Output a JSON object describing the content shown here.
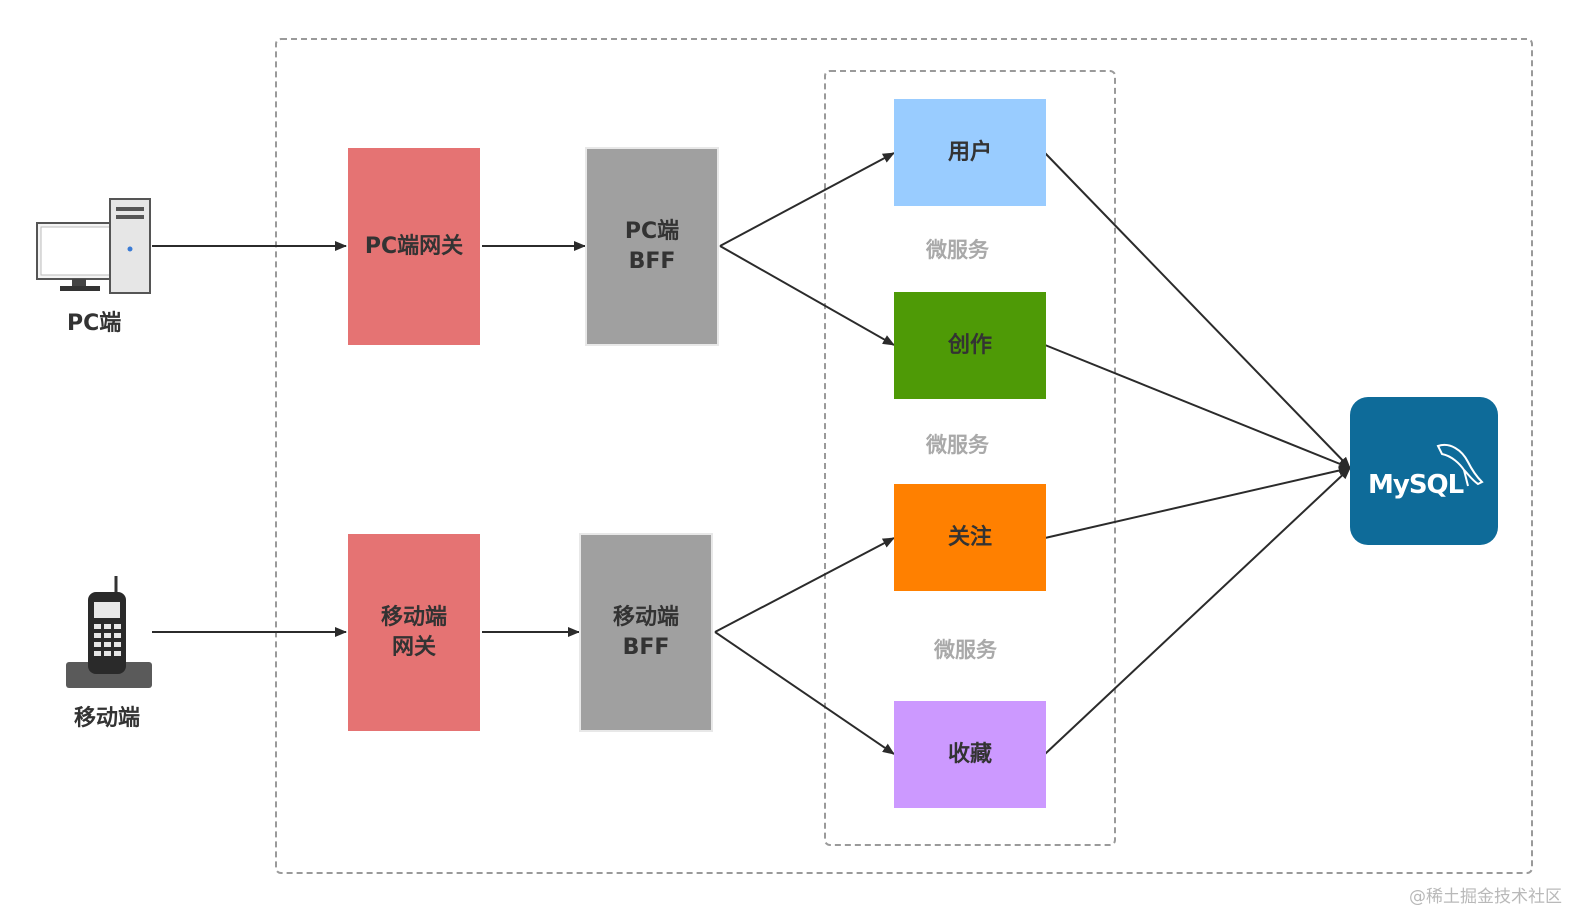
{
  "clients": {
    "pc": {
      "label": "PC端",
      "icon": "desktop-computer-icon"
    },
    "mobile": {
      "label": "移动端",
      "icon": "cordless-phone-icon"
    }
  },
  "gateways": {
    "pc": "PC端网关",
    "mobile": "移动端\n网关"
  },
  "bffs": {
    "pc": "PC端\nBFF",
    "mobile": "移动端\nBFF"
  },
  "services": {
    "user": {
      "label": "用户",
      "color": "#99ccff"
    },
    "create": {
      "label": "创作",
      "color": "#4e9a06"
    },
    "follow": {
      "label": "关注",
      "color": "#ff8000"
    },
    "favorite": {
      "label": "收藏",
      "color": "#cc99ff"
    }
  },
  "service_group_labels": [
    "微服务",
    "微服务",
    "微服务"
  ],
  "database": {
    "label": "MySQL",
    "icon": "mysql-dolphin-icon",
    "color": "#0e6b99"
  },
  "gateway_color": "#e57373",
  "bff_color": "#a0a0a0",
  "watermark": "@稀土掘金技术社区"
}
